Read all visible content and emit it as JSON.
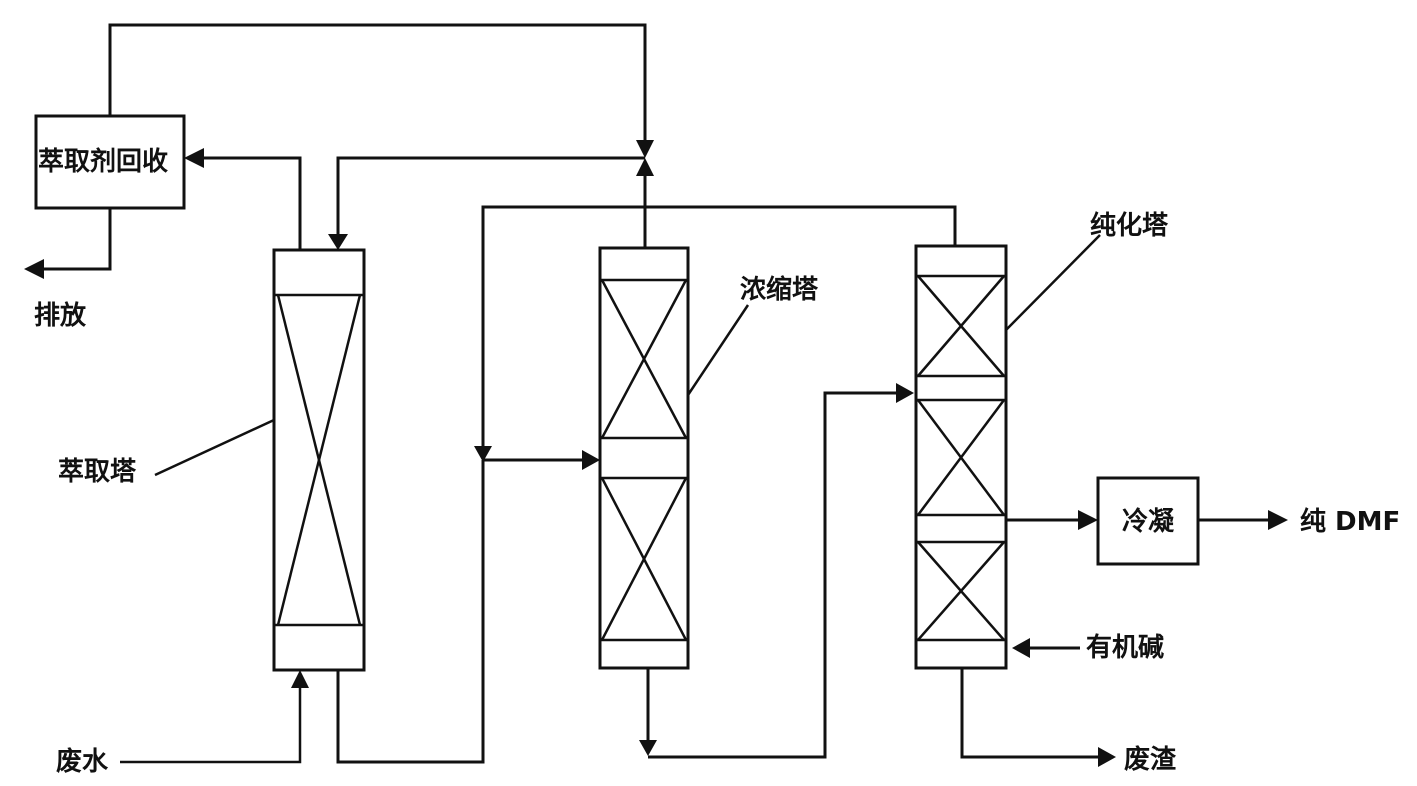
{
  "units": {
    "extractant_recovery": "萃取剂回收",
    "extraction_tower": "萃取塔",
    "concentration_tower": "浓缩塔",
    "purification_tower": "纯化塔",
    "condenser": "冷凝"
  },
  "streams": {
    "discharge": "排放",
    "wastewater": "废水",
    "organic_base": "有机碱",
    "pure_dmf": "纯 DMF",
    "waste_residue": "废渣"
  }
}
